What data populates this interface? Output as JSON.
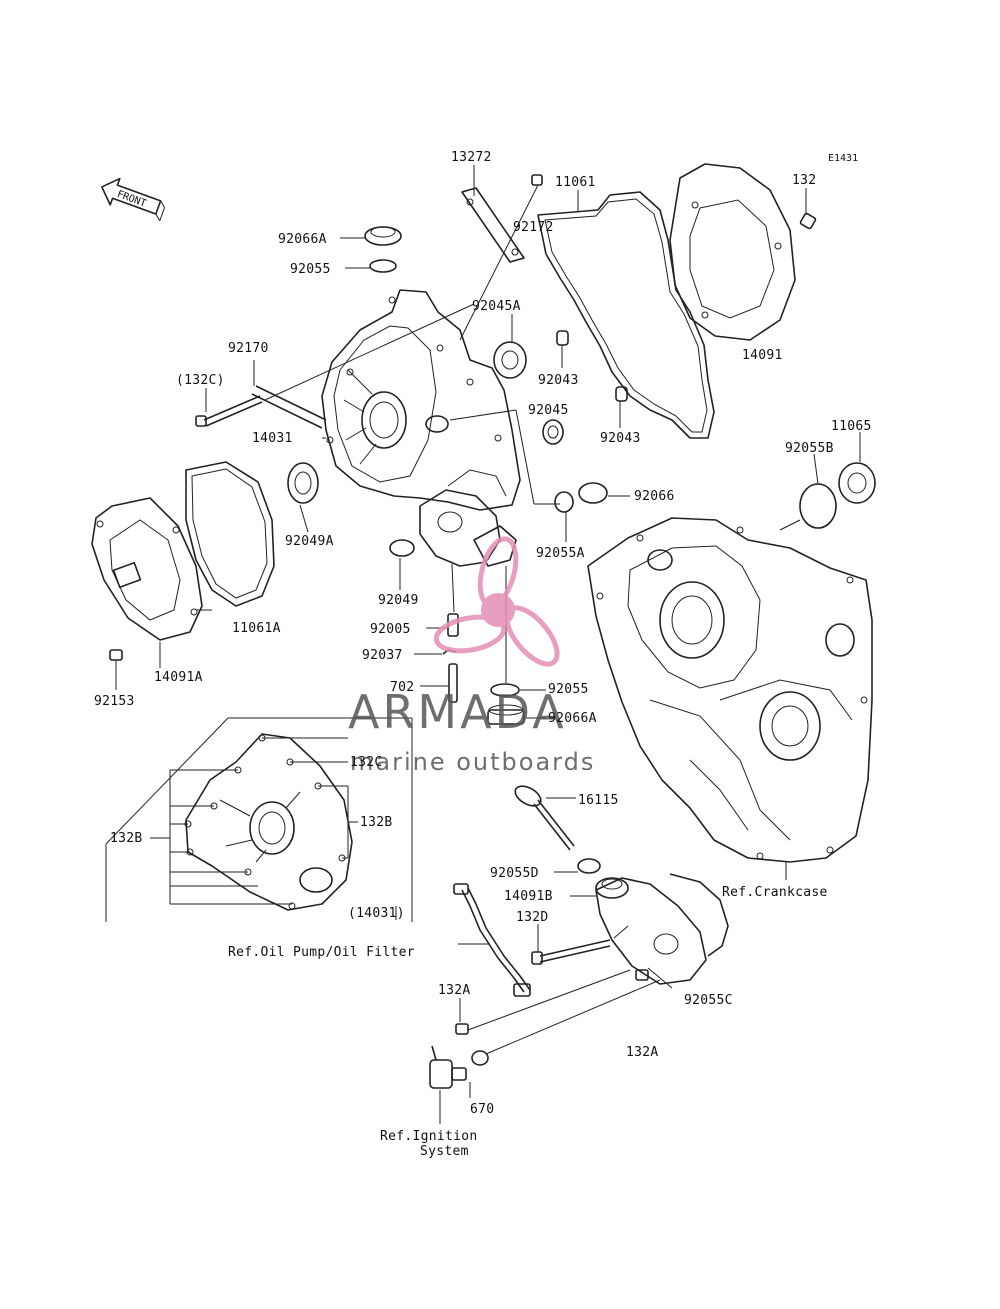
{
  "diagram_code": "E1431",
  "front_label": "FRONT",
  "watermark": {
    "brand": "ARMADA",
    "tagline": "marine outboards",
    "accent_color": "#e58fb4"
  },
  "part_labels": {
    "p13272": "13272",
    "p11061": "11061",
    "p92172": "92172",
    "p132_top": "132",
    "p92066A_top": "92066A",
    "p92055_top": "92055",
    "p92045A": "92045A",
    "p14091": "14091",
    "p92170": "92170",
    "p132C_paren": "(132C)",
    "p92043_a": "92043",
    "p92043_b": "92043",
    "p92045": "92045",
    "p14031": "14031",
    "p11065": "11065",
    "p92055B": "92055B",
    "p92066": "92066",
    "p92049A": "92049A",
    "p92055A": "92055A",
    "p92049": "92049",
    "p11061A": "11061A",
    "p92005": "92005",
    "p92037": "92037",
    "p14091A": "14091A",
    "p702": "702",
    "p92055_mid": "92055",
    "p92153": "92153",
    "p92066A_mid": "92066A",
    "p132C_detail": "132C",
    "p16115": "16115",
    "p132B_right": "132B",
    "p132B_left": "132B",
    "p92055D": "92055D",
    "p14031_paren": "(14031)",
    "p14091B": "14091B",
    "ref_crankcase": "Ref.Crankcase",
    "p132D": "132D",
    "ref_oil": "Ref.Oil Pump/Oil Filter",
    "p132A_left": "132A",
    "p92055C": "92055C",
    "p132A_right": "132A",
    "p670": "670",
    "ref_ignition_1": "Ref.Ignition",
    "ref_ignition_2": "System"
  }
}
